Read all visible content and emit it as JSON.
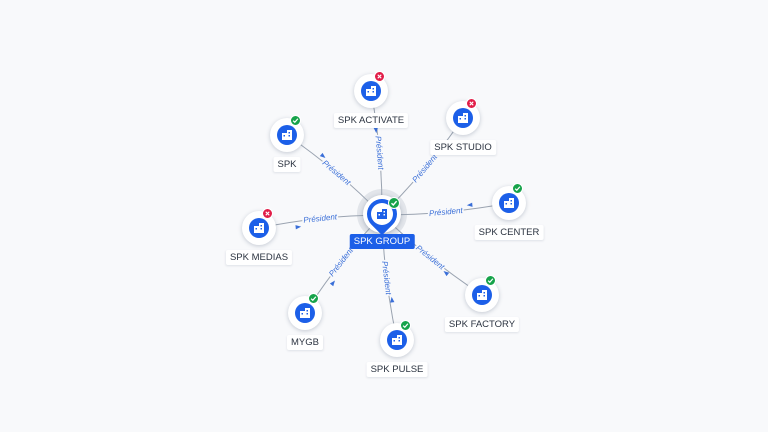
{
  "center": {
    "label": "SPK GROUP",
    "status": "active",
    "icon": "building-icon"
  },
  "relation_label": "Président",
  "nodes": [
    {
      "id": "spk-activate",
      "label": "SPK ACTIVATE",
      "status": "inactive",
      "icon": "building-icon"
    },
    {
      "id": "spk-studio",
      "label": "SPK STUDIO",
      "status": "inactive",
      "icon": "building-icon"
    },
    {
      "id": "spk-center",
      "label": "SPK CENTER",
      "status": "active",
      "icon": "building-icon"
    },
    {
      "id": "spk-factory",
      "label": "SPK FACTORY",
      "status": "active",
      "icon": "building-icon"
    },
    {
      "id": "spk-pulse",
      "label": "SPK PULSE",
      "status": "active",
      "icon": "building-icon"
    },
    {
      "id": "mygb",
      "label": "MYGB",
      "status": "active",
      "icon": "building-icon"
    },
    {
      "id": "spk-medias",
      "label": "SPK MEDIAS",
      "status": "inactive",
      "icon": "building-icon"
    },
    {
      "id": "spk",
      "label": "SPK",
      "status": "active",
      "icon": "building-icon"
    }
  ],
  "edges": [
    {
      "to": "spk-activate",
      "label": "Président"
    },
    {
      "to": "spk-studio",
      "label": "Président"
    },
    {
      "to": "spk-center",
      "label": "Président"
    },
    {
      "to": "spk-factory",
      "label": "Président"
    },
    {
      "to": "spk-pulse",
      "label": "Président"
    },
    {
      "to": "mygb",
      "label": "Président"
    },
    {
      "to": "spk-medias",
      "label": "Président"
    },
    {
      "to": "spk",
      "label": "Président"
    }
  ],
  "colors": {
    "accent": "#1c5fe8",
    "active_badge": "#16a34a",
    "inactive_badge": "#e11d48",
    "edge_label": "#3a6fd8",
    "background": "#f8f9fb"
  }
}
